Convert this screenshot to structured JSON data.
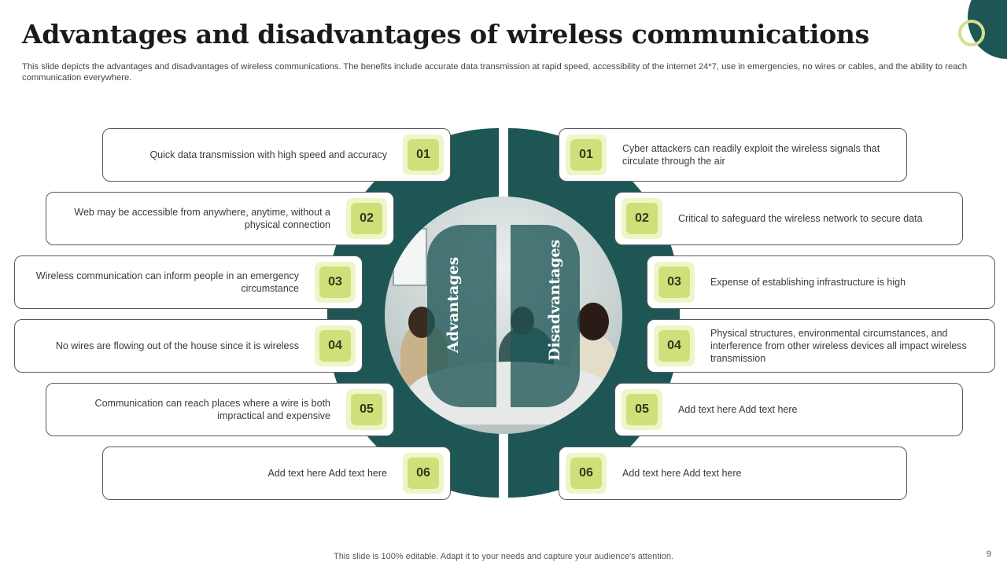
{
  "title": "Advantages and disadvantages of wireless communications",
  "description": "This slide depicts the advantages and disadvantages of wireless communications. The benefits include accurate data transmission at rapid speed, accessibility of the internet 24*7, use in emergencies, no wires or cables, and the ability to reach communication everywhere.",
  "center": {
    "advantages_label": "Advantages",
    "disadvantages_label": "Disadvantages"
  },
  "advantages": [
    {
      "num": "01",
      "text": "Quick data transmission with high speed and accuracy"
    },
    {
      "num": "02",
      "text": "Web may be accessible from anywhere, anytime, without a physical connection"
    },
    {
      "num": "03",
      "text": "Wireless communication can inform people in an emergency circumstance"
    },
    {
      "num": "04",
      "text": "No wires are flowing out of the house since it is wireless"
    },
    {
      "num": "05",
      "text": "Communication can reach places where a wire is both impractical and expensive"
    },
    {
      "num": "06",
      "text": "Add text here Add text here"
    }
  ],
  "disadvantages": [
    {
      "num": "01",
      "text": "Cyber attackers can readily exploit the wireless signals that circulate through the air"
    },
    {
      "num": "02",
      "text": "Critical to safeguard the wireless network to secure data"
    },
    {
      "num": "03",
      "text": "Expense of establishing infrastructure is high"
    },
    {
      "num": "04",
      "text": "Physical structures, environmental circumstances, and interference from other wireless devices all impact wireless transmission"
    },
    {
      "num": "05",
      "text": "Add text here Add text here"
    },
    {
      "num": "06",
      "text": "Add text here Add text here"
    }
  ],
  "footer": "This slide is 100% editable. Adapt it to your needs and capture your audience's attention.",
  "page_number": "9",
  "colors": {
    "teal": "#1e5656",
    "badge_light": "#eff5c7",
    "badge": "#cfe07a"
  }
}
